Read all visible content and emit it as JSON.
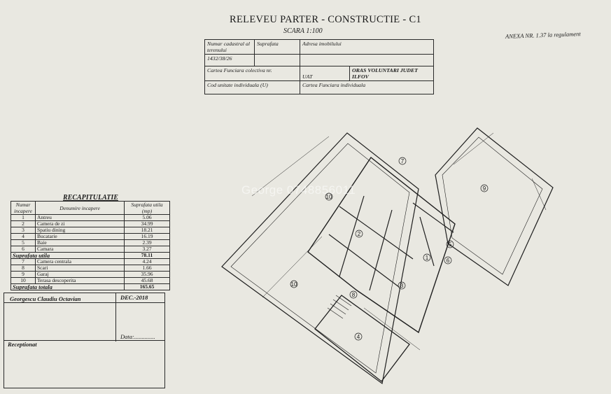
{
  "header": {
    "title": "RELEVEU PARTER - CONSTRUCTIE - C1",
    "scale": "SCARA 1:100",
    "anexa": "ANEXA NR. 1.37 la regulament"
  },
  "info_table": {
    "nr_cadastral_label": "Numar cadastral al terenului",
    "suprafata_label": "Suprafata",
    "adresa_label": "Adresa imobilului",
    "nr_cadastral_value": "1432/38/26",
    "carte_colectiva_label": "Cartea Funciara colectiva nr.",
    "uat_label": "UAT",
    "uat_value": "ORAS VOLUNTARI JUDET ILFOV",
    "cod_unitate_label": "Cod unitate individuala (U)",
    "carte_individuala_label": "Cartea Funciara individuala"
  },
  "recap": {
    "title": "RECAPITULATIE",
    "col_nr": "Numar incapere",
    "col_name": "Denumire incapere",
    "col_area": "Suprafata utila (mp)",
    "rows_a": [
      {
        "n": "1",
        "name": "Antreu",
        "v": "5.06"
      },
      {
        "n": "2",
        "name": "Camera de zi",
        "v": "34.99"
      },
      {
        "n": "3",
        "name": "Spatiu dining",
        "v": "18.21"
      },
      {
        "n": "4",
        "name": "Bucatarie",
        "v": "16.19"
      },
      {
        "n": "5",
        "name": "Baie",
        "v": "2.39"
      },
      {
        "n": "6",
        "name": "Camara",
        "v": "3.27"
      }
    ],
    "subtotal_label": "Suprafata utila",
    "subtotal_value": "78.11",
    "rows_b": [
      {
        "n": "7",
        "name": "Camera centrala",
        "v": "4.24"
      },
      {
        "n": "8",
        "name": "Scari",
        "v": "1.66"
      },
      {
        "n": "9",
        "name": "Garaj",
        "v": "35.96"
      },
      {
        "n": "10",
        "name": "Terasa descoperita",
        "v": "45.68"
      }
    ],
    "total_label": "Suprafata totala",
    "total_value": "165.65",
    "author": "Georgescu Claudiu Octavian",
    "date": "DEC.-2018",
    "receptionat": "Receptionat",
    "data_label": "Data:.............."
  },
  "plan": {
    "room_labels": [
      "1",
      "2",
      "3",
      "4",
      "5",
      "6",
      "7",
      "8",
      "9",
      "10",
      "10"
    ]
  },
  "watermark": "George 0748856011",
  "colors": {
    "paper": "#e9e8e1",
    "ink": "#1b1b1b"
  }
}
